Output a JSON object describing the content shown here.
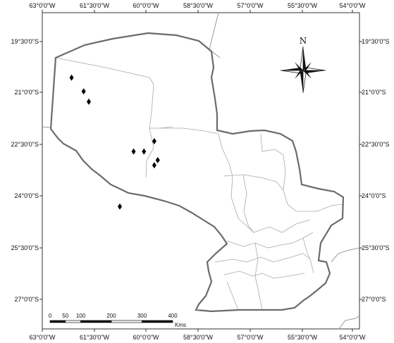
{
  "map": {
    "graticule": {
      "longitude_labels": [
        "63°0'0\"W",
        "61°30'0\"W",
        "60°0'0\"W",
        "58°30'0\"W",
        "57°0'0\"W",
        "55°30'0\"W",
        "54°0'0\"W"
      ],
      "latitude_labels": [
        "19°30'0\"S",
        "21°0'0\"S",
        "22°30'0\"S",
        "24°0'0\"S",
        "25°30'0\"S",
        "27°0'0\"S"
      ]
    },
    "north_arrow": {
      "letter": "N",
      "icon": "compass-rose-icon"
    },
    "scale_bar": {
      "tick_labels": [
        "0",
        "50",
        "100",
        "200",
        "300",
        "400"
      ],
      "tick_values": [
        0,
        50,
        100,
        200,
        300,
        400
      ],
      "unit": "Kms"
    },
    "points": [
      {
        "lon": -62.15,
        "lat": -20.55
      },
      {
        "lon": -61.8,
        "lat": -20.95
      },
      {
        "lon": -61.65,
        "lat": -21.25
      },
      {
        "lon": -60.35,
        "lat": -22.7
      },
      {
        "lon": -60.05,
        "lat": -22.7
      },
      {
        "lon": -59.75,
        "lat": -22.4
      },
      {
        "lon": -59.75,
        "lat": -23.1
      },
      {
        "lon": -59.65,
        "lat": -22.95
      },
      {
        "lon": -60.75,
        "lat": -24.3
      }
    ],
    "colors": {
      "national_border": "#6b6b6b",
      "internal_border": "#a9a9a9",
      "frame": "#333333",
      "point": "#000000"
    }
  }
}
